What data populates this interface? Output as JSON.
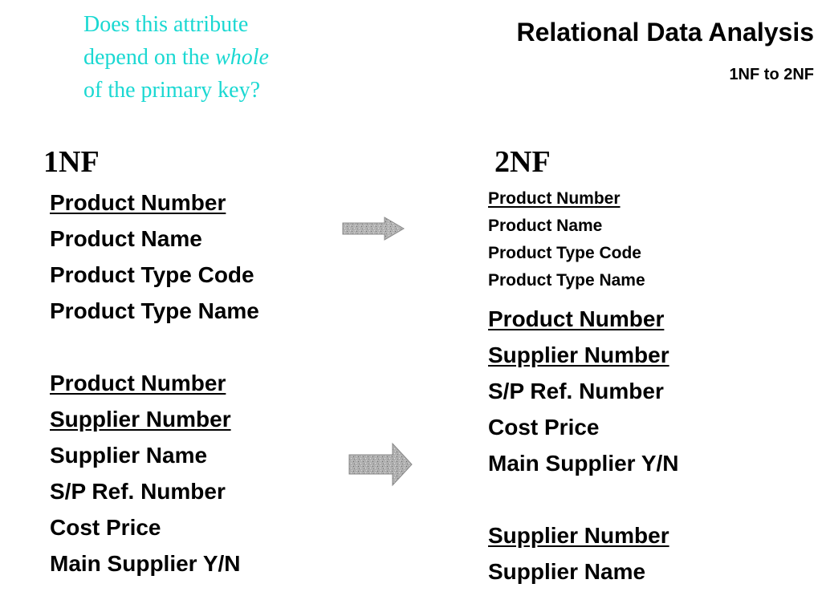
{
  "question": {
    "before": "Does this attribute depend on the",
    "emphasis": "whole",
    "after": "of the primary key?"
  },
  "title": "Relational Data Analysis",
  "subtitle": "1NF to 2NF",
  "left": {
    "heading": "1NF",
    "group1": [
      "Product Number",
      "Product Name",
      "Product Type Code",
      "Product Type Name"
    ],
    "group2": [
      "Product Number",
      "Supplier Number",
      "Supplier Name",
      "S/P Ref. Number",
      "Cost Price",
      "Main Supplier Y/N"
    ]
  },
  "right": {
    "heading": "2NF",
    "group1": [
      "Product Number",
      "Product Name",
      "Product Type Code",
      "Product Type Name"
    ],
    "group2": [
      "Product Number",
      "Supplier Number",
      "S/P Ref. Number",
      "Cost Price",
      "Main Supplier Y/N"
    ],
    "group3": [
      "Supplier Number",
      "Supplier Name"
    ]
  },
  "icons": {
    "arrow": "right-arrow-icon",
    "arrow_color": "#a9a9a9"
  }
}
